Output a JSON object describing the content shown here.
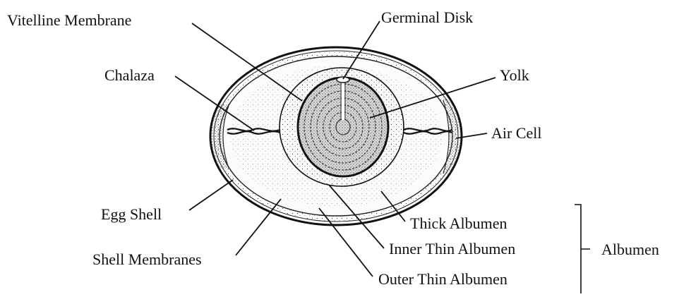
{
  "diagram": {
    "labels": {
      "vitelline_membrane": "Vitelline Membrane",
      "germinal_disk": "Germinal Disk",
      "chalaza": "Chalaza",
      "yolk": "Yolk",
      "air_cell": "Air Cell",
      "egg_shell": "Egg Shell",
      "thick_albumen": "Thick Albumen",
      "shell_membranes": "Shell Membranes",
      "inner_thin_albumen": "Inner Thin Albumen",
      "albumen": "Albumen",
      "outer_thin_albumen": "Outer Thin Albumen"
    },
    "colors": {
      "ink": "#111111",
      "background": "#ffffff",
      "albumen_fill": "#f7f7f7"
    }
  }
}
